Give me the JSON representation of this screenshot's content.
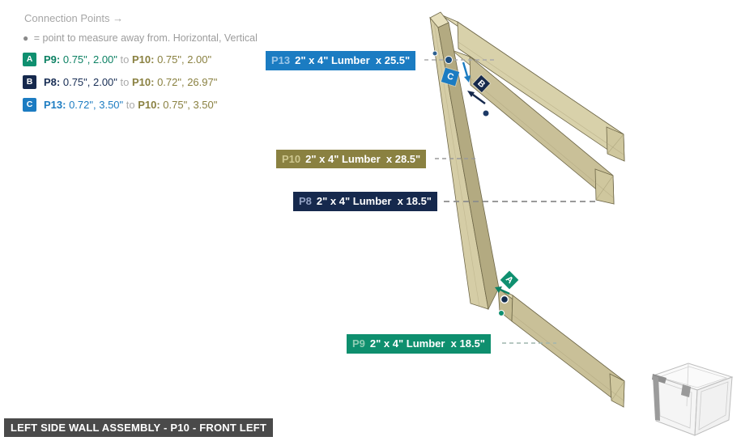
{
  "legend": {
    "title": "Connection Points →",
    "note_bullet": "●",
    "note": "= point to measure away from. Horizontal, Vertical",
    "connections": [
      {
        "letter": "A",
        "from_part": "P9:",
        "from_value": " 0.75\", 2.00\"",
        "joiner": " to ",
        "to_part": "P10:",
        "to_value": " 0.75\", 2.00\"",
        "color": "#0F9070"
      },
      {
        "letter": "B",
        "from_part": "P8:",
        "from_value": " 0.75\", 2.00\"",
        "joiner": " to ",
        "to_part": "P10:",
        "to_value": " 0.72\", 26.97\"",
        "color": "#16294D"
      },
      {
        "letter": "C",
        "from_part": "P13:",
        "from_value": " 0.72\", 3.50\"",
        "joiner": " to ",
        "to_part": "P10:",
        "to_value": " 0.75\", 3.50\"",
        "color": "#1C7CC2"
      }
    ],
    "to_color": "#8A8141"
  },
  "part_labels": [
    {
      "id": "P13",
      "desc": "2\" x 4\" Lumber  x 25.5\"",
      "color": "#1B7CC2"
    },
    {
      "id": "P10",
      "desc": "2\" x 4\" Lumber  x 28.5\"",
      "color": "#8A8141"
    },
    {
      "id": "P8",
      "desc": "2\" x 4\" Lumber  x 18.5\"",
      "color": "#16294D"
    },
    {
      "id": "P9",
      "desc": "2\" x 4\" Lumber  x 18.5\"",
      "color": "#0E8F6E"
    }
  ],
  "diagram": {
    "badges": [
      {
        "letter": "C",
        "color": "#1B7CC2"
      },
      {
        "letter": "B",
        "color": "#16294D"
      },
      {
        "letter": "A",
        "color": "#0F9070"
      }
    ],
    "lumber_light": "#DDD6AF",
    "lumber_mid": "#CCC39B",
    "lumber_dark": "#B3AA81"
  },
  "footer": {
    "title": "LEFT SIDE WALL ASSEMBLY - P10 - FRONT LEFT"
  }
}
